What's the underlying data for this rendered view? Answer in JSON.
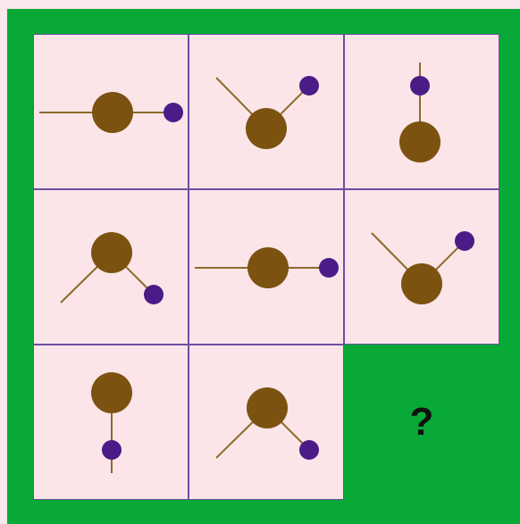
{
  "puzzle": {
    "answer_placeholder": "?",
    "colors": {
      "frame": "#08a936",
      "cell": "#fbe5e9",
      "cell_border": "#6c4ea1",
      "big_ball": "#7b520f",
      "small_ball": "#4b1b88",
      "stick": "#8c6a2a"
    },
    "cells": [
      {
        "row": 1,
        "col": 1,
        "figure": "horizontal-rod-big-center-small-right"
      },
      {
        "row": 1,
        "col": 2,
        "figure": "v-shape-big-bottom-small-upper-right"
      },
      {
        "row": 1,
        "col": 3,
        "figure": "vertical-rod-small-top-big-bottom"
      },
      {
        "row": 2,
        "col": 1,
        "figure": "inverted-v-big-top-small-lower-right"
      },
      {
        "row": 2,
        "col": 2,
        "figure": "horizontal-rod-big-center-small-right"
      },
      {
        "row": 2,
        "col": 3,
        "figure": "v-shape-big-bottom-small-upper-right"
      },
      {
        "row": 3,
        "col": 1,
        "figure": "vertical-rod-big-top-small-bottom"
      },
      {
        "row": 3,
        "col": 2,
        "figure": "inverted-v-big-top-small-lower-right"
      },
      {
        "row": 3,
        "col": 3,
        "figure": "missing"
      }
    ]
  }
}
